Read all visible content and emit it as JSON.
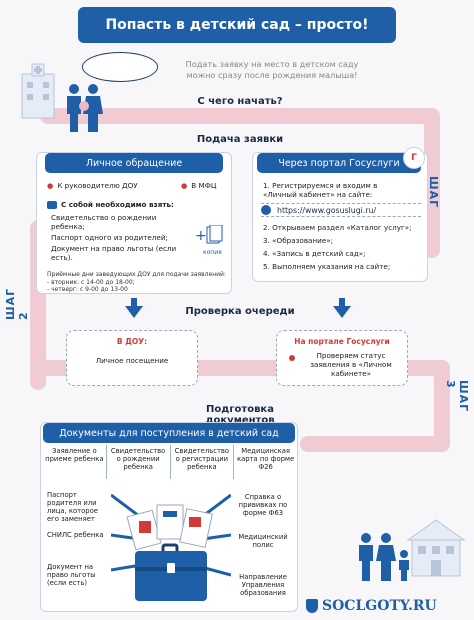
{
  "title": "Попасть в детский сад – просто!",
  "intro": {
    "line1": "Подать заявку на место в детском саду",
    "line2": "можно сразу после рождения малыша!"
  },
  "q_start": "С чего начать?",
  "submit_title": "Подача заявки",
  "steps": {
    "s1": "ШАГ 1",
    "s2": "ШАГ 2",
    "s3": "ШАГ 3"
  },
  "personal": {
    "head": "Личное обращение",
    "to_head": "К руководителю ДОУ",
    "mfc": "В МФЦ",
    "bring": "С собой необходимо взять:",
    "items": [
      "Свидетельство о рождении ребенка;",
      "Паспорт одного из родителей;",
      "Документ на право льготы (если есть)."
    ],
    "copy": "копия",
    "hours_title": "Приёмные дни заведующих ДОУ для подачи заявлений:",
    "hours_1": "- вторник: с 14-00 до 18-00;",
    "hours_2": "- четверг: с 9-00 до 13-00"
  },
  "portal": {
    "head": "Через портал Госуслуги",
    "items": [
      "1. Регистрируемся и входим в «Личный кабинет» на сайте:",
      "2. Открываем раздел «Каталог услуг»;",
      "3. «Образование»;",
      "4. «Запись в детский сад»;",
      "5. Выполняем указания на сайте;"
    ],
    "url": "https://www.gosuslugi.ru/"
  },
  "check_title": "Проверка очереди",
  "check": {
    "dou_label": "В ДОУ:",
    "dou_text": "Личное посещение",
    "portal_label": "На портале Госуслуги",
    "portal_text": "Проверяем статус заявления в «Личном кабинете»"
  },
  "prep_title": "Подготовка документов",
  "docs": {
    "head": "Документы для поступления в детский сад",
    "top": [
      "Заявление о приеме ребенка",
      "Свидетельство о рождении ребенка",
      "Свидетельство о регистрации ребенка",
      "Медицинская карта по форме Ф26"
    ],
    "left": [
      "Паспорт родителя или лица, которое его заменяет",
      "СНИЛС ребенка",
      "Документ на право льготы (если есть)"
    ],
    "right": [
      "Справка о прививках по форме Ф63",
      "Медицинский полис",
      "Направление Управления образования"
    ]
  },
  "watermark": "SOCLGOTY.RU"
}
